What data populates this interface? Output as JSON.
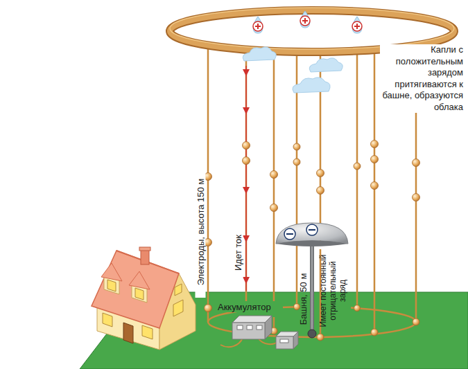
{
  "diagram": {
    "labels": [
      "Капли с положительным зарядом притягиваются к башне, образуются облака",
      "Электроды, высота 150 м",
      "Идет ток",
      "Аккумулятор",
      "Башня, 50 м",
      "Имеет постоянный отрицательный заряд"
    ]
  }
}
